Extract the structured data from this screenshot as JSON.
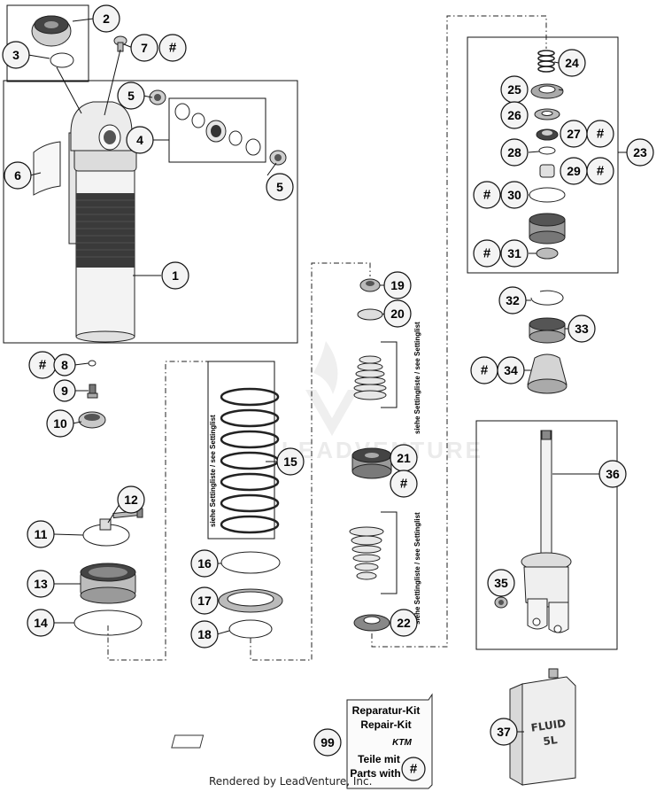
{
  "callouts": {
    "c1": "1",
    "c2": "2",
    "c3": "3",
    "c4": "4",
    "c5a": "5",
    "c5b": "5",
    "c6": "6",
    "c7": "7",
    "c8": "8",
    "c9": "9",
    "c10": "10",
    "c11": "11",
    "c12": "12",
    "c13": "13",
    "c14": "14",
    "c15": "15",
    "c16": "16",
    "c17": "17",
    "c18": "18",
    "c19": "19",
    "c20": "20",
    "c21": "21",
    "c22": "22",
    "c23": "23",
    "c24": "24",
    "c25": "25",
    "c26": "26",
    "c27": "27",
    "c28": "28",
    "c29": "29",
    "c30": "30",
    "c31": "31",
    "c32": "32",
    "c33": "33",
    "c34": "34",
    "c35": "35",
    "c36": "36",
    "c37": "37",
    "c99": "99"
  },
  "hash_symbol": "#",
  "spring_note": "siehe Settingliste / see Settinglist",
  "shim_note_upper": "siehe Settingliste / see Settinglist",
  "shim_note_lower": "siehe Settingliste / see Settinglist",
  "kit_box": {
    "line1": "Reparatur-Kit",
    "line2": "Repair-Kit",
    "logo": "KTM",
    "line3": "Teile mit",
    "line4": "Parts with"
  },
  "fluid_can": {
    "line1": "FLUID",
    "line2": "5L"
  },
  "watermark_text": "LEADVENTURE",
  "footer": "Rendered by LeadVenture, Inc."
}
